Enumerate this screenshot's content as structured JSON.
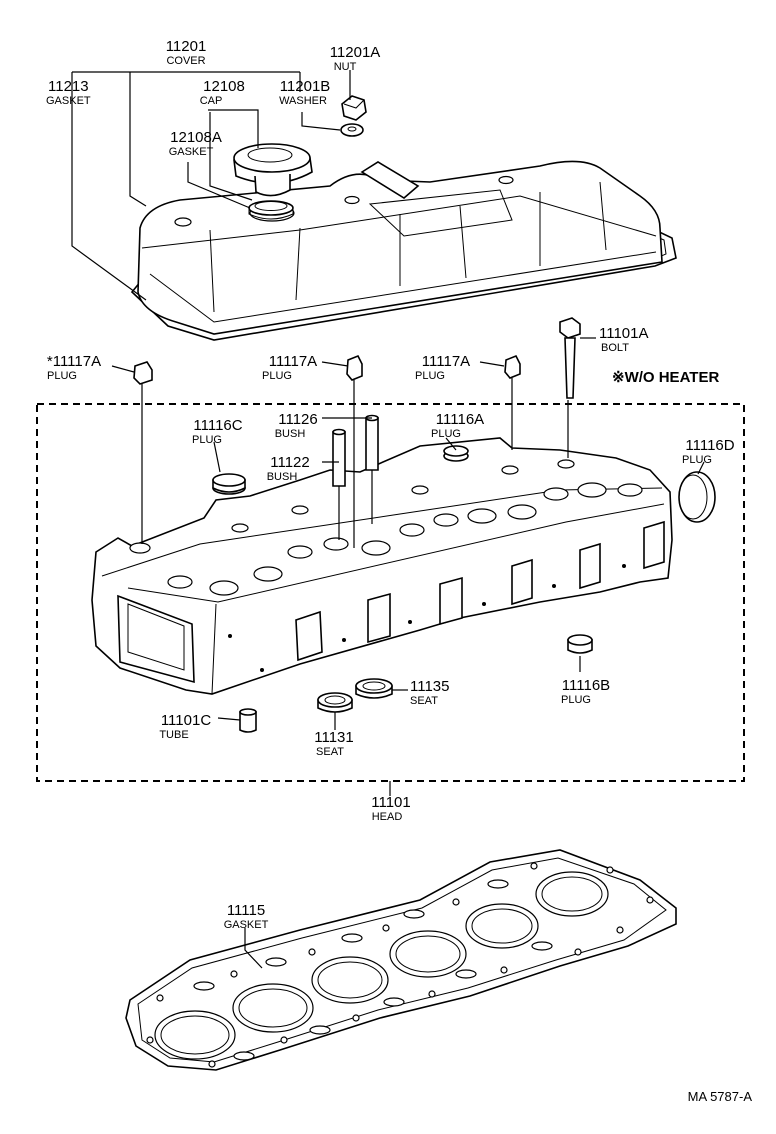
{
  "diagram": {
    "note_wo_heater": "※W/O HEATER",
    "drawing_code": "MA 5787-A",
    "parts": [
      {
        "id": "cover",
        "number": "11201",
        "name": "COVER"
      },
      {
        "id": "nut",
        "number": "11201A",
        "name": "NUT"
      },
      {
        "id": "valve-cover-gasket",
        "number": "11213",
        "name": "GASKET"
      },
      {
        "id": "cap",
        "number": "12108",
        "name": "CAP"
      },
      {
        "id": "washer",
        "number": "11201B",
        "name": "WASHER"
      },
      {
        "id": "cap-gasket",
        "number": "12108A",
        "name": "GASKET"
      },
      {
        "id": "bolt",
        "number": "11101A",
        "name": "BOLT"
      },
      {
        "id": "plug-left",
        "number": "*11117A",
        "name": "PLUG"
      },
      {
        "id": "plug-mid",
        "number": "11117A",
        "name": "PLUG"
      },
      {
        "id": "plug-right",
        "number": "11117A",
        "name": "PLUG"
      },
      {
        "id": "plug-11116c",
        "number": "11116C",
        "name": "PLUG"
      },
      {
        "id": "bush-11126",
        "number": "11126",
        "name": "BUSH"
      },
      {
        "id": "plug-11116a",
        "number": "11116A",
        "name": "PLUG"
      },
      {
        "id": "plug-11116d",
        "number": "11116D",
        "name": "PLUG"
      },
      {
        "id": "bush-11122",
        "number": "11122",
        "name": "BUSH"
      },
      {
        "id": "plug-11116b",
        "number": "11116B",
        "name": "PLUG"
      },
      {
        "id": "seat-11135",
        "number": "11135",
        "name": "SEAT"
      },
      {
        "id": "tube",
        "number": "11101C",
        "name": "TUBE"
      },
      {
        "id": "seat-11131",
        "number": "11131",
        "name": "SEAT"
      },
      {
        "id": "head",
        "number": "11101",
        "name": "HEAD"
      },
      {
        "id": "head-gasket",
        "number": "11115",
        "name": "GASKET"
      }
    ]
  }
}
